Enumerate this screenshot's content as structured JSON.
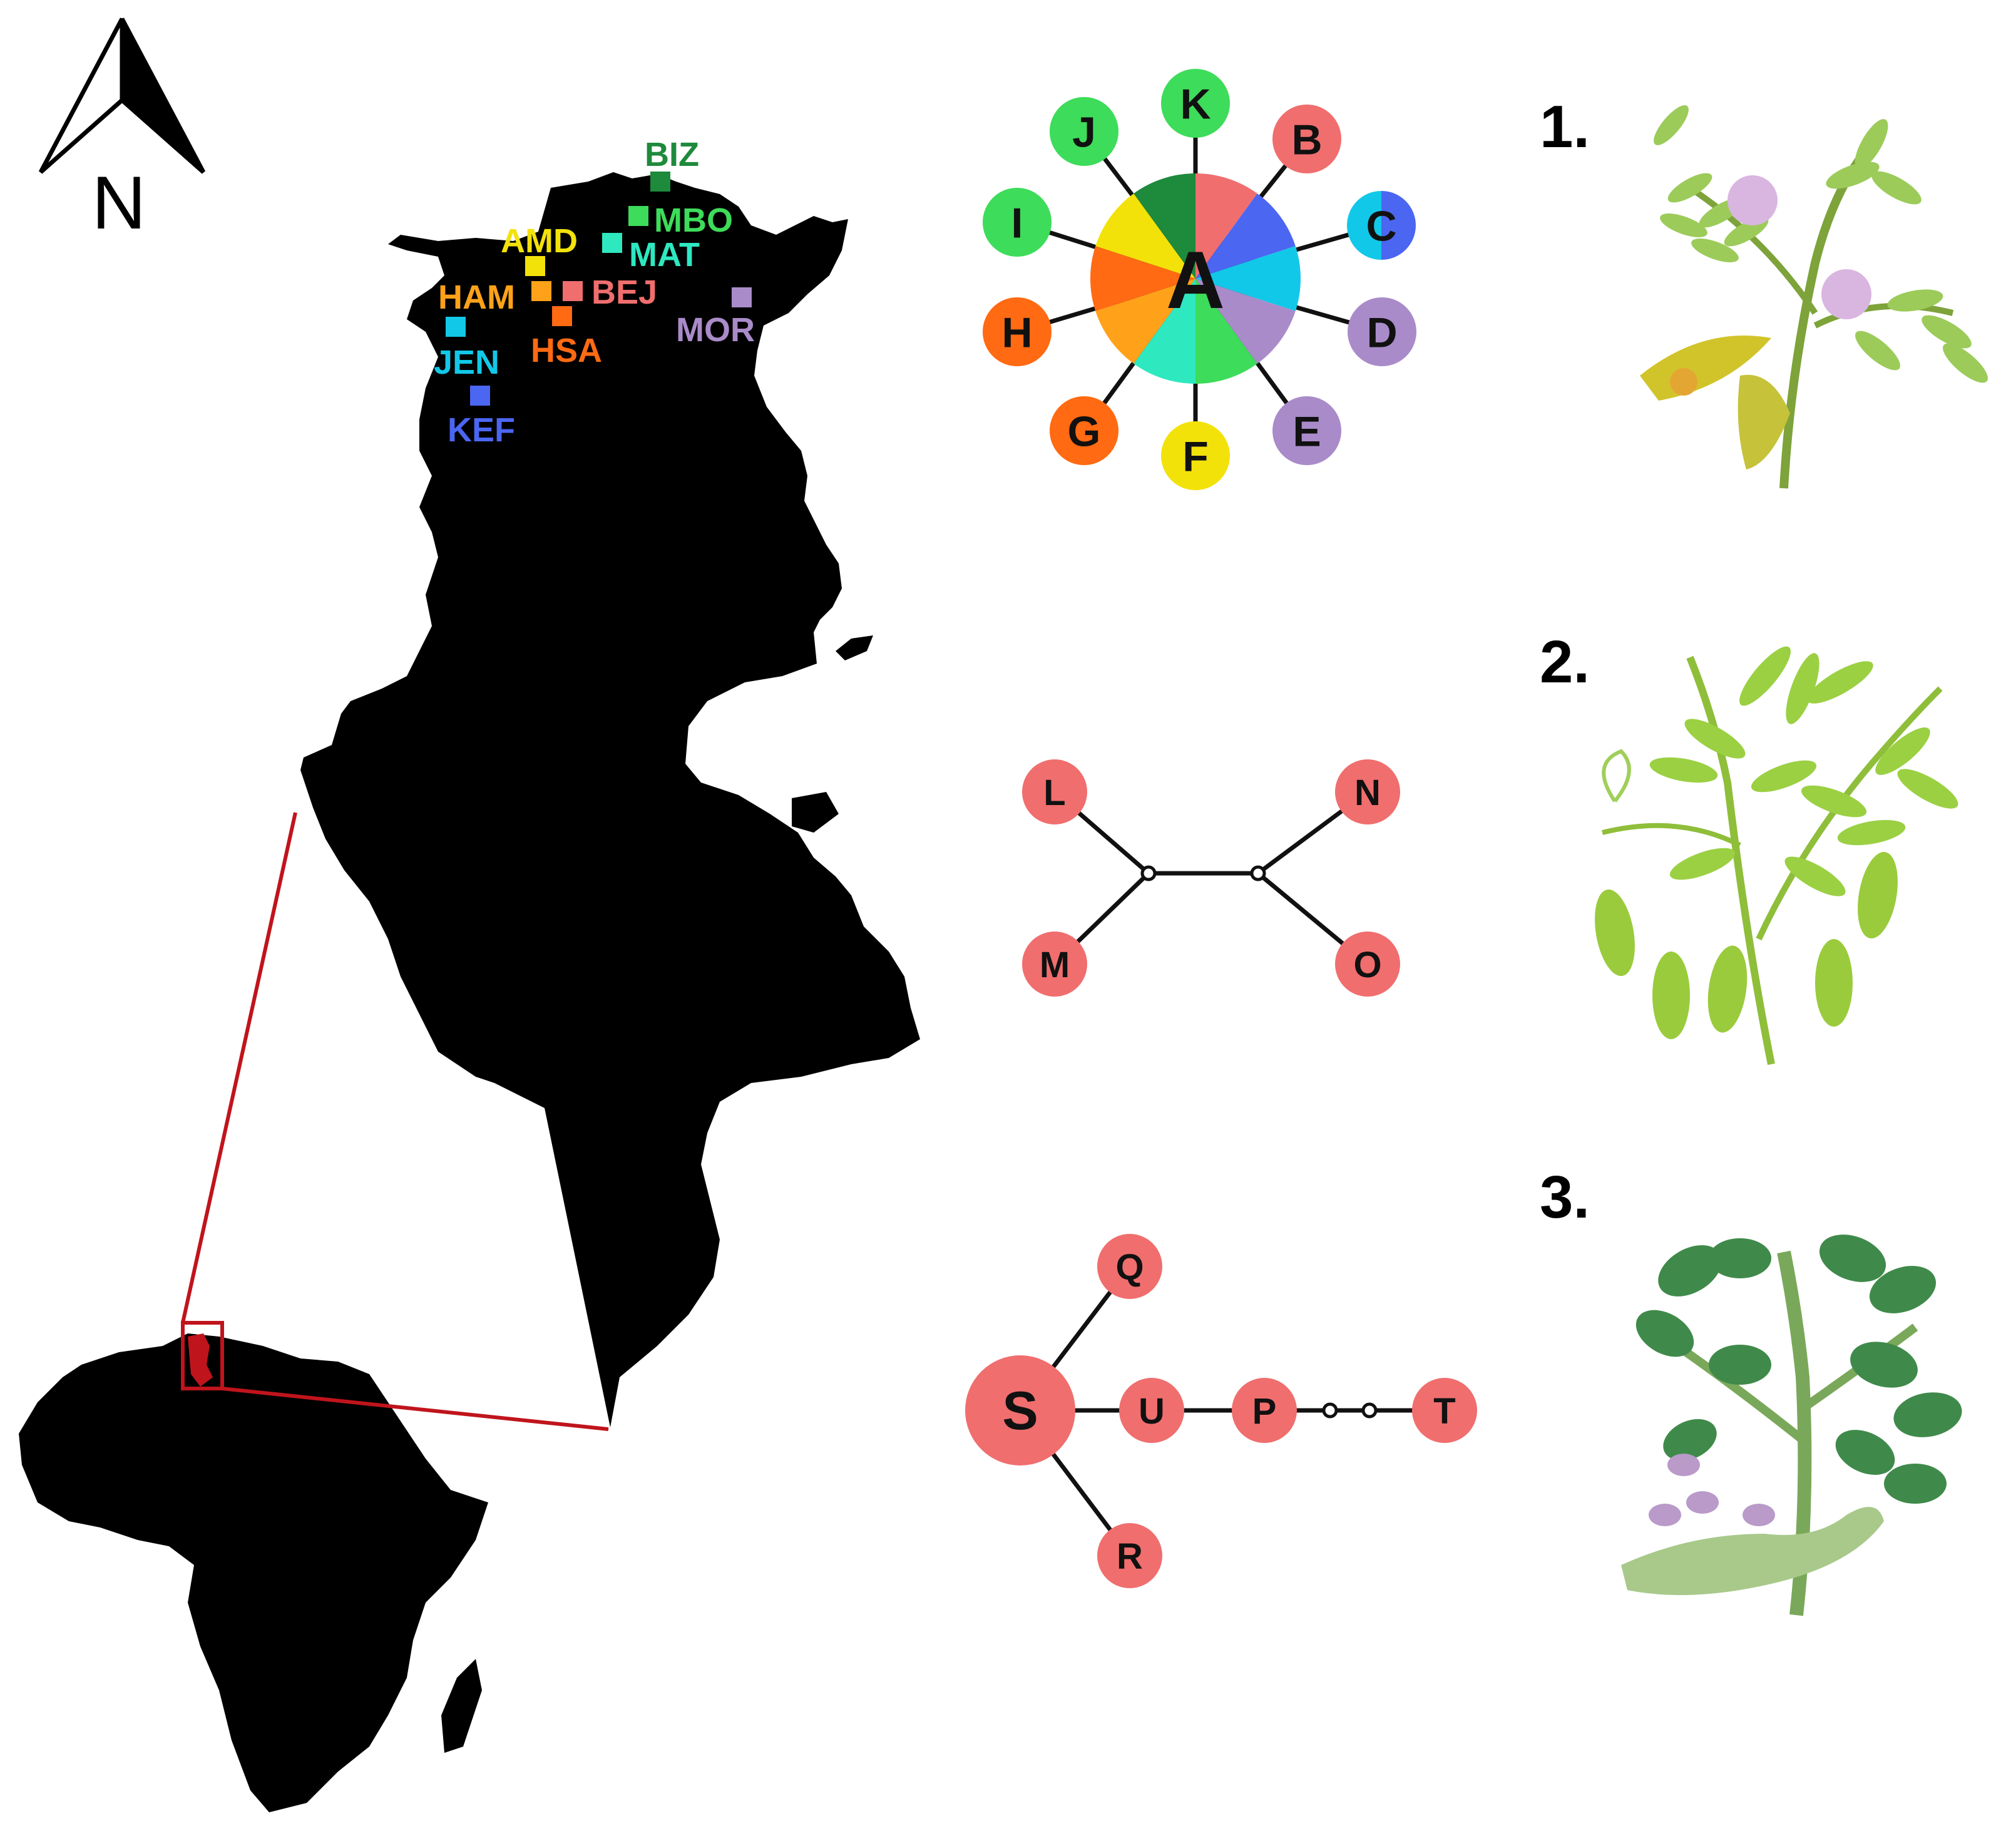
{
  "north_arrow": {
    "label": "N"
  },
  "sites": [
    {
      "code": "BIZ",
      "color": "#1e8a3c"
    },
    {
      "code": "MBO",
      "color": "#3ddc5a"
    },
    {
      "code": "MAT",
      "color": "#2ee8c0"
    },
    {
      "code": "AMD",
      "color": "#f2e20a"
    },
    {
      "code": "BEJ",
      "color": "#f06e6e"
    },
    {
      "code": "HAM",
      "color": "#ffa21a"
    },
    {
      "code": "HSA",
      "color": "#ff6a12"
    },
    {
      "code": "MOR",
      "color": "#a98bc9"
    },
    {
      "code": "JEN",
      "color": "#12c8e8"
    },
    {
      "code": "KEF",
      "color": "#4b66f0"
    }
  ],
  "networks": [
    {
      "panel": "1.",
      "central_node": "A",
      "central_pie_colors": [
        "#f06e6e",
        "#4b66f0",
        "#12c8e8",
        "#a98bc9",
        "#3ddc5a",
        "#2ee8c0",
        "#ffa21a",
        "#ff6a12",
        "#f2e20a",
        "#1e8a3c"
      ],
      "nodes": [
        {
          "label": "K",
          "color": "#3ddc5a"
        },
        {
          "label": "B",
          "color": "#f06e6e"
        },
        {
          "label": "C",
          "colors": [
            "#12c8e8",
            "#4b66f0"
          ]
        },
        {
          "label": "D",
          "color": "#a98bc9"
        },
        {
          "label": "E",
          "color": "#a98bc9"
        },
        {
          "label": "F",
          "color": "#f2e20a"
        },
        {
          "label": "G",
          "color": "#ff6a12"
        },
        {
          "label": "H",
          "color": "#ff6a12"
        },
        {
          "label": "I",
          "color": "#3ddc5a"
        },
        {
          "label": "J",
          "color": "#3ddc5a"
        }
      ]
    },
    {
      "panel": "2.",
      "nodes": [
        {
          "label": "L",
          "color": "#f06e6e"
        },
        {
          "label": "M",
          "color": "#f06e6e"
        },
        {
          "label": "N",
          "color": "#f06e6e"
        },
        {
          "label": "O",
          "color": "#f06e6e"
        }
      ]
    },
    {
      "panel": "3.",
      "central_node": "S",
      "nodes": [
        {
          "label": "Q",
          "color": "#f06e6e"
        },
        {
          "label": "R",
          "color": "#f06e6e"
        },
        {
          "label": "U",
          "color": "#f06e6e"
        },
        {
          "label": "P",
          "color": "#f06e6e"
        },
        {
          "label": "T",
          "color": "#f06e6e"
        }
      ]
    }
  ],
  "colors": {
    "map_fill": "#000000",
    "inset_highlight": "#c0141c",
    "node_red": "#f06e6e",
    "edge": "#111111"
  }
}
